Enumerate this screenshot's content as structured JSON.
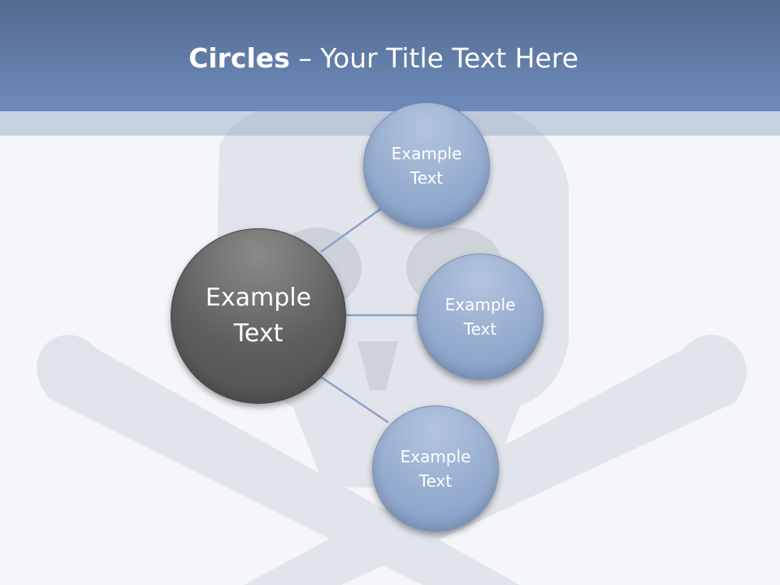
{
  "title": {
    "bold": "Circles",
    "rest": " – Your Title Text Here"
  },
  "center_node": {
    "line1": "Example",
    "line2": "Text"
  },
  "nodes": [
    {
      "line1": "Example",
      "line2": "Text"
    },
    {
      "line1": "Example",
      "line2": "Text"
    },
    {
      "line1": "Example",
      "line2": "Text"
    }
  ],
  "colors": {
    "header": "#5f7aa5",
    "node": "#93aacd",
    "center": "#5e5e5e",
    "connector": "#8aa2c8"
  }
}
